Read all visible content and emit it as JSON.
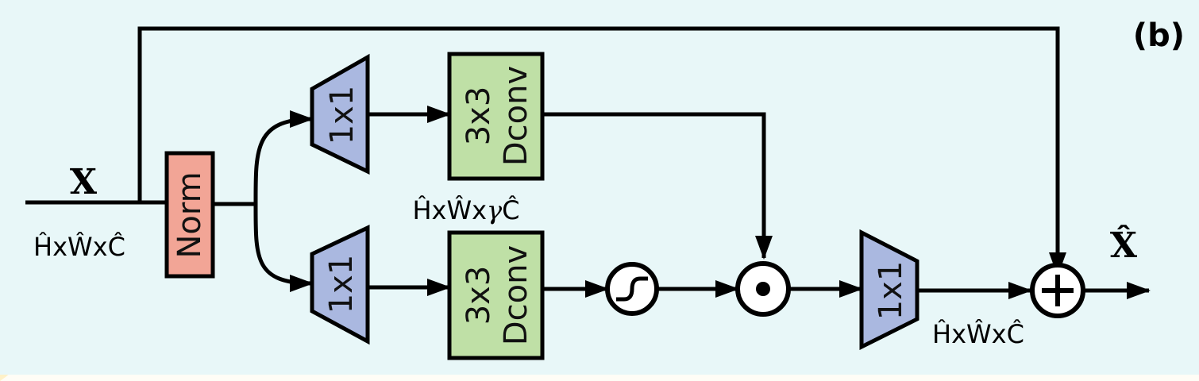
{
  "panel_label": "(b)",
  "input": {
    "symbol": "X",
    "dims": "ĤxŴxĈ"
  },
  "output": {
    "symbol": "X̂"
  },
  "blocks": {
    "norm": "Norm",
    "conv1x1_top": "1x1",
    "conv1x1_bottom": "1x1",
    "conv1x1_out": "1x1",
    "dconv_top_line1": "3x3",
    "dconv_top_line2": "Dconv",
    "dconv_bottom_line1": "3x3",
    "dconv_bottom_line2": "Dconv"
  },
  "dims": {
    "mid_prefix": "ĤxŴx",
    "mid_gamma": "γ",
    "mid_suffix": "Ĉ",
    "out": "ĤxŴxĈ"
  },
  "colors": {
    "background": "#e8f7f8",
    "norm_fill": "#f2a596",
    "conv_fill": "#aab8e0",
    "dconv_fill": "#bfe0a6",
    "stroke": "#000000"
  },
  "icons": {
    "activation": "sigmoid-gate-icon",
    "multiply": "elementwise-product-icon",
    "add": "elementwise-sum-icon"
  }
}
